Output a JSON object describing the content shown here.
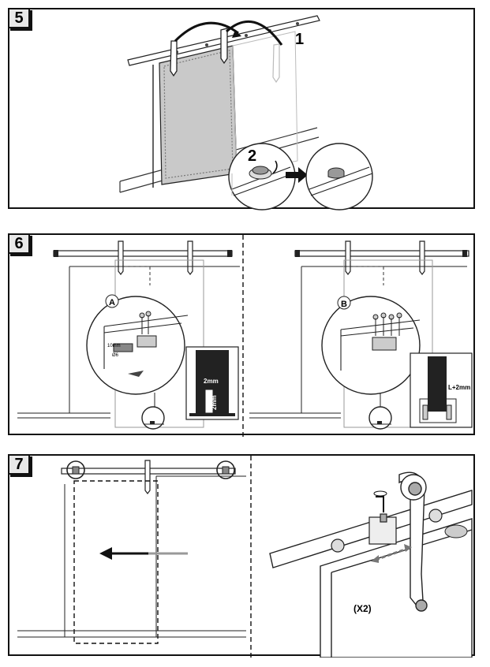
{
  "steps": [
    {
      "number": "5",
      "labels": {
        "lift": "1",
        "bumper": "2"
      }
    },
    {
      "number": "6",
      "callouts": {
        "left": "A",
        "right": "B"
      },
      "gaps": {
        "left": "2mm",
        "left_vertical": "2mm",
        "right": "L+2mm"
      },
      "drill_text": [
        "10mm",
        "Ø6"
      ]
    },
    {
      "number": "7",
      "quantity": "(X2)"
    }
  ]
}
